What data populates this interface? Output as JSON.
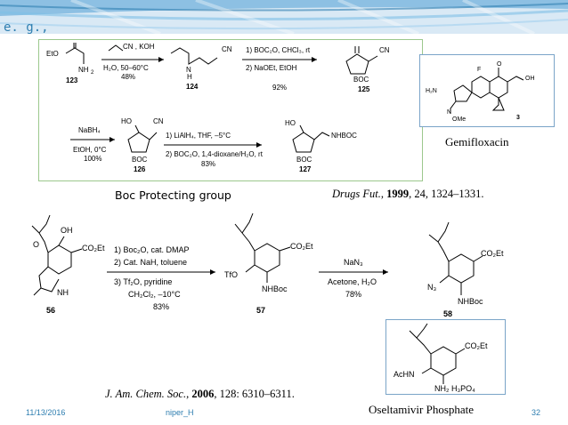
{
  "header": {
    "eg_label": "e. g.,"
  },
  "scheme1": {
    "cmp123": {
      "line1": "EtO",
      "line2": "NH",
      "sub": "2",
      "num": "123"
    },
    "reagent1_top": "CN , KOH",
    "reagent1_bottom1": "H₂O, 50–60°C",
    "reagent1_bottom2": "48%",
    "cmp124": {
      "cn": "CN",
      "nh": "N",
      "h": "H",
      "num": "124"
    },
    "reagent2_line1": "1) BOC₂O, CHCl₃, rt",
    "reagent2_line2": "2) NaOEt, EtOH",
    "reagent2_line3": "92%",
    "cmp125": {
      "cn": "CN",
      "boc": "BOC",
      "num": "125"
    },
    "reagent3_top": "NaBH₄",
    "reagent3_bottom1": "EtOH, 0°C",
    "reagent3_bottom2": "100%",
    "cmp126": {
      "ho": "HO",
      "cn": "CN",
      "boc": "BOC",
      "num": "126"
    },
    "reagent4_line1": "1) LiAlH₄, THF, –5°C",
    "reagent4_line2": "2) BOC₂O, 1,4-dioxane/H₂O, rt",
    "reagent4_line3": "83%",
    "cmp127": {
      "ho": "HO",
      "nhboc": "NHBOC",
      "boc": "BOC",
      "num": "127"
    }
  },
  "gemifloxacin_struct": {
    "f": "F",
    "o": "O",
    "oh": "OH",
    "h2n": "H₂N",
    "n": "N",
    "ome": "OMe",
    "num": "3"
  },
  "caption_boc": "Boc Protecting group",
  "caption_drugs": {
    "journal": "Drugs Fut.",
    "year": "1999",
    "rest": ", 24, 1324–1331."
  },
  "caption_gemi": "Gemifloxacin",
  "scheme2": {
    "cmp56": {
      "oh": "OH",
      "co2et": "CO₂Et",
      "o": "O",
      "nh": "NH",
      "num": "56"
    },
    "reagent1_line1": "1) Boc₂O, cat. DMAP",
    "reagent1_line2": "2) Cat. NaH, toluene",
    "reagent1_line3": "3) Tf₂O, pyridine",
    "reagent1_line4": "CH₂Cl₂, –10°C",
    "reagent1_line5": "83%",
    "cmp57": {
      "co2et": "CO₂Et",
      "tfo": "TfO",
      "nhboc": "NHBoc",
      "num": "57"
    },
    "reagent2_line1": "NaN₃",
    "reagent2_line2": "Acetone, H₂O",
    "reagent2_line3": "78%",
    "cmp58": {
      "co2et": "CO₂Et",
      "n3": "N₃",
      "nhboc": "NHBoc",
      "num": "58"
    }
  },
  "oseltamivir_struct": {
    "co2et": "CO₂Et",
    "achn": "AcHN",
    "nh2": "NH₂ H₃PO₄"
  },
  "caption_jacs": {
    "journal": "J. Am. Chem. Soc.",
    "year": "2006",
    "rest": ", 128: 6310–6311."
  },
  "caption_osel": "Oseltamivir Phosphate",
  "footer": {
    "date": "11/13/2016",
    "author": "niper_H",
    "page": "32"
  }
}
